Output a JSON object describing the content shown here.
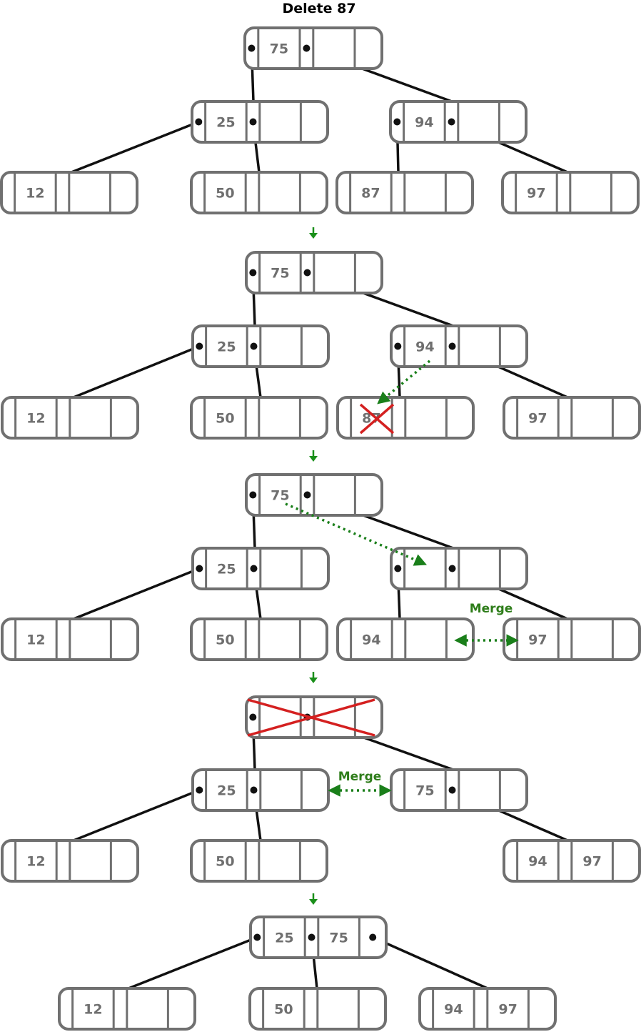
{
  "diagram": {
    "title": "Delete 87",
    "merge_label": "Merge",
    "stages": [
      {
        "root": [
          "75",
          ""
        ],
        "internal": [
          [
            "25",
            ""
          ],
          [
            "94",
            ""
          ]
        ],
        "leaves": [
          [
            "12",
            ""
          ],
          [
            "50",
            ""
          ],
          [
            "87",
            ""
          ],
          [
            "97",
            ""
          ]
        ]
      },
      {
        "root": [
          "75",
          ""
        ],
        "internal": [
          [
            "25",
            ""
          ],
          [
            "94",
            ""
          ]
        ],
        "leaves": [
          [
            "12",
            ""
          ],
          [
            "50",
            ""
          ],
          [
            "87",
            ""
          ],
          [
            "97",
            ""
          ]
        ],
        "annotation": "87 crossed out"
      },
      {
        "root": [
          "75",
          ""
        ],
        "internal": [
          [
            "25",
            ""
          ],
          [
            "",
            ""
          ]
        ],
        "leaves": [
          [
            "12",
            ""
          ],
          [
            "50",
            ""
          ],
          [
            "94",
            ""
          ],
          [
            "97",
            ""
          ]
        ],
        "annotation": "Merge"
      },
      {
        "root": [
          "",
          ""
        ],
        "internal": [
          [
            "25",
            ""
          ],
          [
            "75",
            ""
          ]
        ],
        "leaves": [
          [
            "12",
            ""
          ],
          [
            "50",
            ""
          ],
          [
            "94",
            "97"
          ]
        ],
        "annotation": "root crossed out; Merge"
      },
      {
        "root": [
          "25",
          "75"
        ],
        "leaves": [
          [
            "12",
            ""
          ],
          [
            "50",
            ""
          ],
          [
            "94",
            "97"
          ]
        ]
      }
    ]
  }
}
